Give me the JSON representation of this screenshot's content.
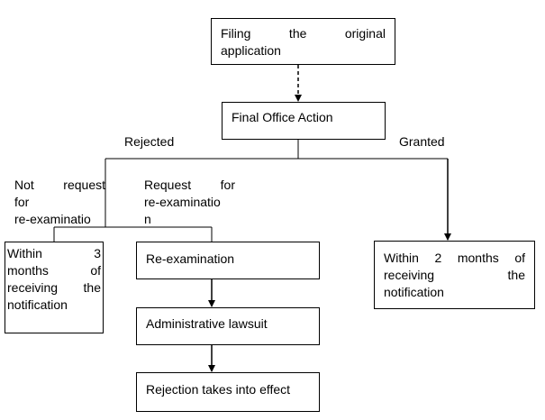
{
  "nodes": {
    "filing": {
      "line1": "Filing the original",
      "line2": "application"
    },
    "final_action": {
      "label": "Final Office Action"
    },
    "within3": {
      "line1": "Within 3",
      "line2": "months of",
      "line3": "receiving the",
      "line4": "notification"
    },
    "reexam": {
      "label": "Re-examination"
    },
    "lawsuit": {
      "label": "Administrative lawsuit"
    },
    "rejection": {
      "label": "Rejection takes into effect"
    },
    "within2": {
      "line1": "Within 2 months of",
      "line2": "receiving the",
      "line3": "notification"
    }
  },
  "labels": {
    "rejected": "Rejected",
    "granted": "Granted",
    "not_request": {
      "line1": "Not request",
      "line2": "for",
      "line3": "re-examinatio"
    },
    "request": {
      "line1": "Request for",
      "line2": "re-examinatio",
      "line3": "n"
    }
  },
  "edges": [
    {
      "from": "filing",
      "to": "final_action",
      "style": "dashed"
    },
    {
      "from": "final_action",
      "to": "within3",
      "label": "rejected"
    },
    {
      "from": "final_action",
      "to": "reexam",
      "label": "rejected"
    },
    {
      "from": "final_action",
      "to": "within2",
      "label": "granted"
    },
    {
      "from": "reexam",
      "to": "lawsuit"
    },
    {
      "from": "lawsuit",
      "to": "rejection"
    }
  ]
}
